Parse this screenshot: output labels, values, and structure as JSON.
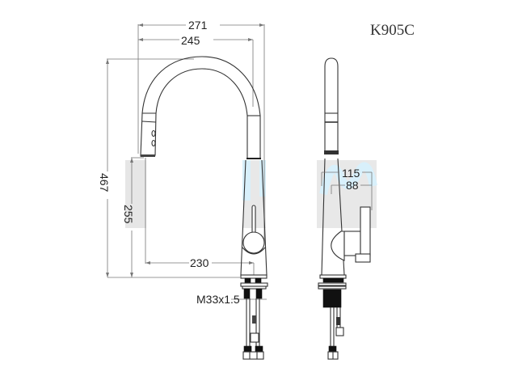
{
  "drawing": {
    "model_label": "K905C",
    "front_view": {
      "dimensions": {
        "overall_reach": "271",
        "spout_reach": "245",
        "overall_height": "467",
        "spout_clearance": "255",
        "spout_center_to_body": "230"
      },
      "thread_label": "M33x1.5"
    },
    "side_view": {
      "dimensions": {
        "handle_projection": "115",
        "handle_offset": "88"
      }
    },
    "colors": {
      "line": "#333333",
      "dimension_line": "#777777",
      "watermark_grey": "#e6e6e6",
      "watermark_blue": "#d8f0fb"
    }
  }
}
